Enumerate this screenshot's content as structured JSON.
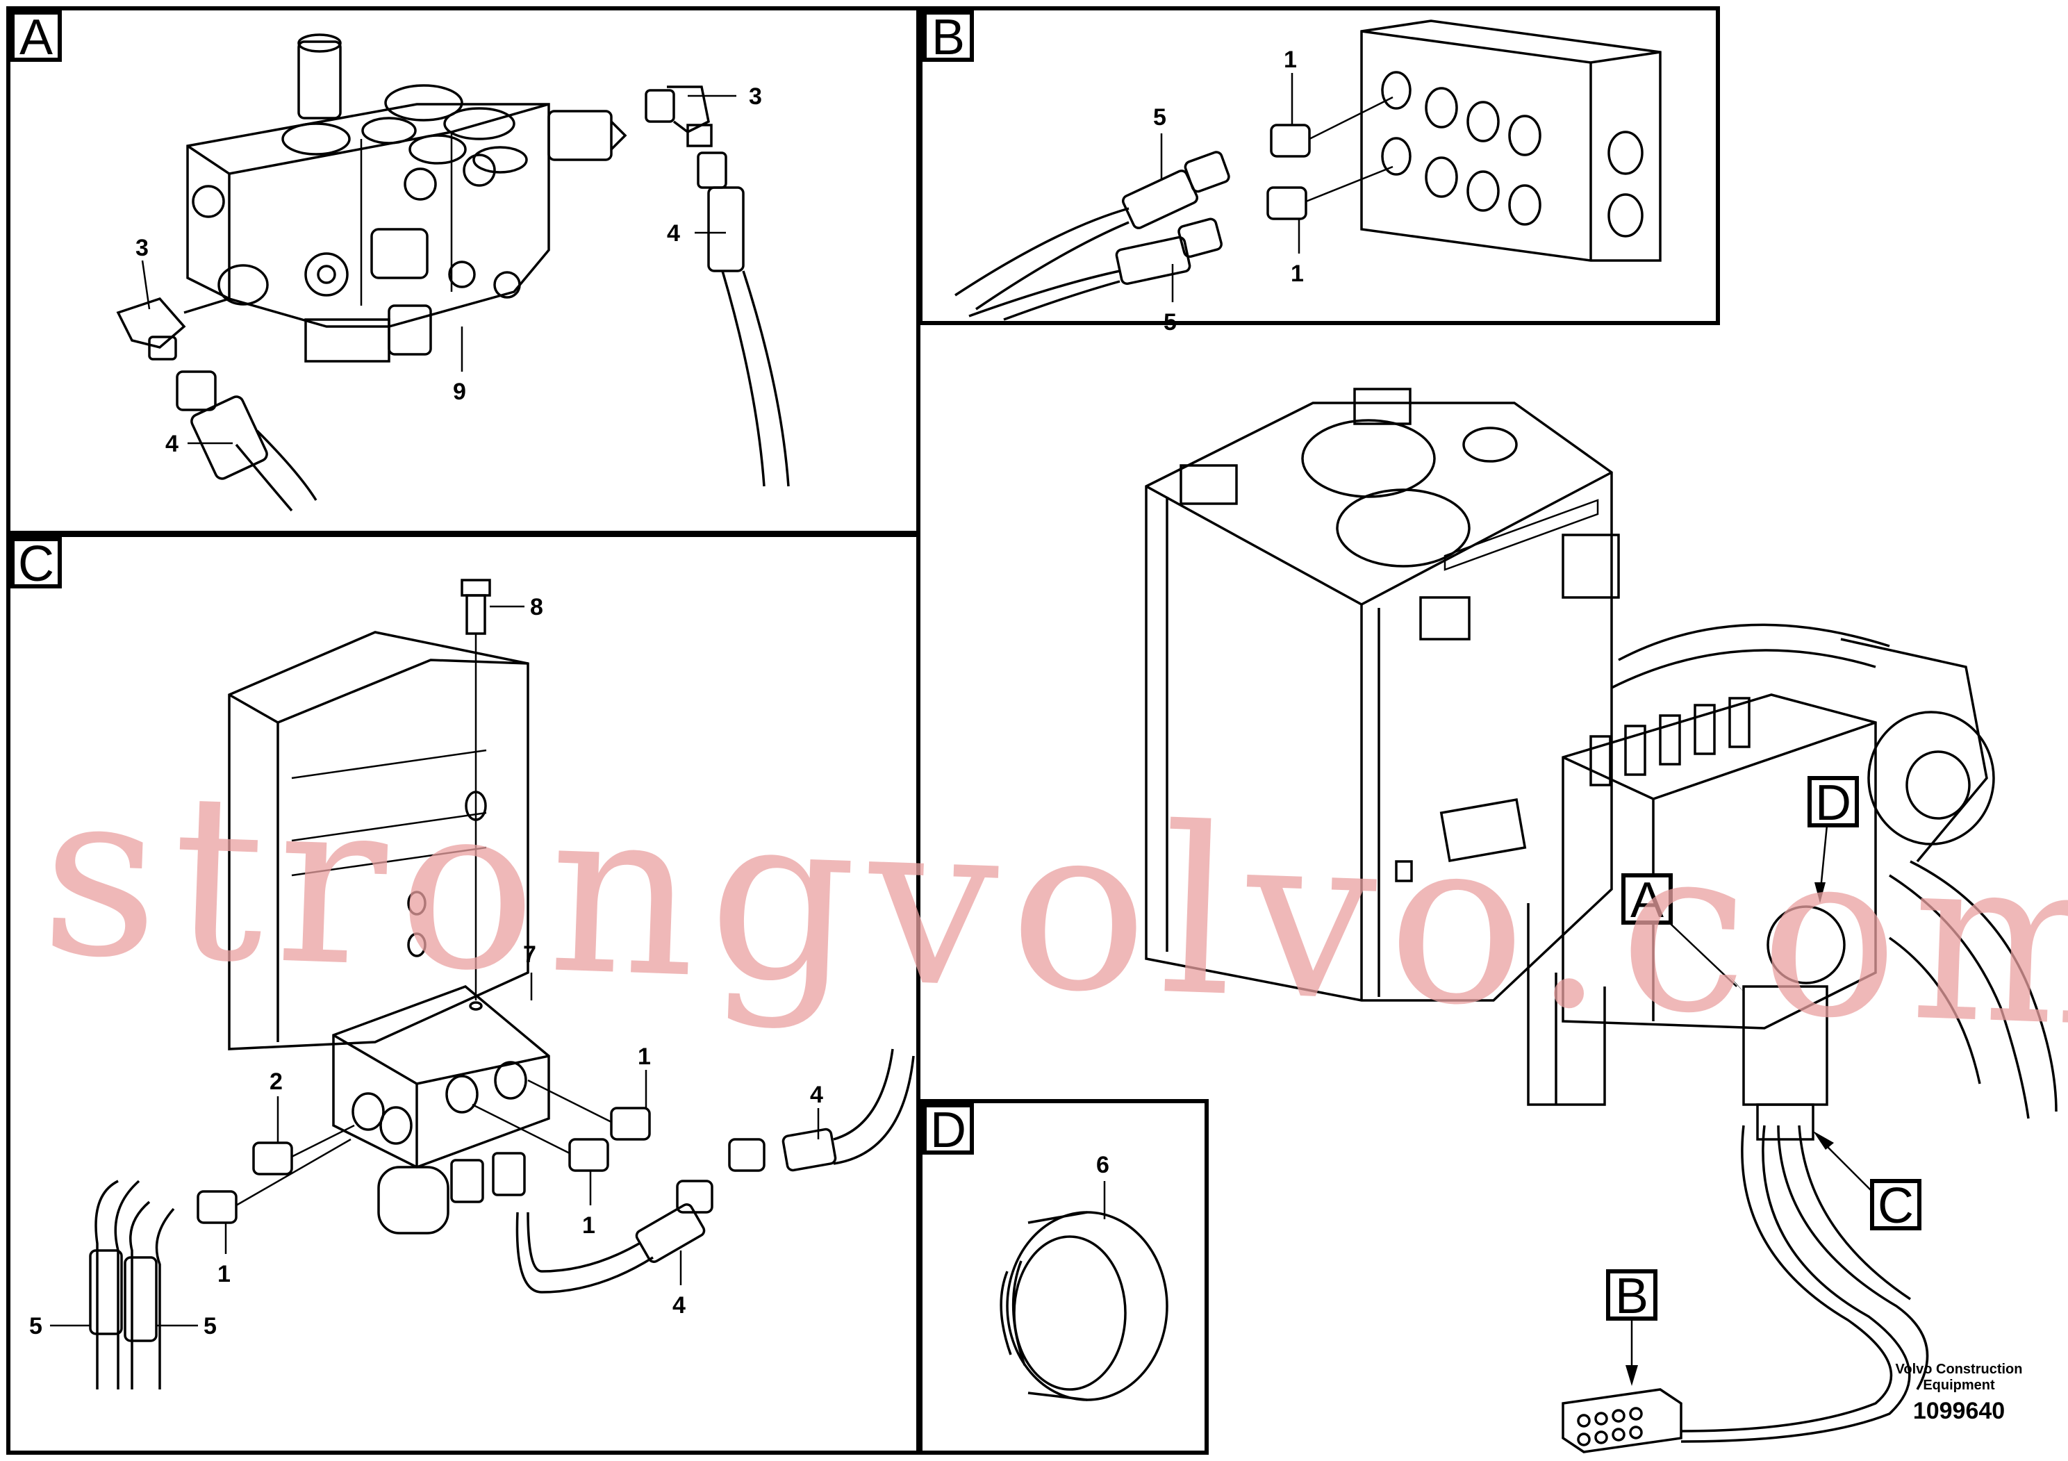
{
  "panels": {
    "a": {
      "letter": "A"
    },
    "b": {
      "letter": "B"
    },
    "c": {
      "letter": "C"
    },
    "d": {
      "letter": "D"
    }
  },
  "overview_callouts": {
    "a": "A",
    "b": "B",
    "c": "C",
    "d": "D"
  },
  "part_numbers": {
    "a_3_top": "3",
    "a_3_left": "3",
    "a_4_right": "4",
    "a_4_left": "4",
    "a_9": "9",
    "b_1_top": "1",
    "b_1_bottom": "1",
    "b_5_top": "5",
    "b_5_bottom": "5",
    "c_8": "8",
    "c_7": "7",
    "c_2": "2",
    "c_1_right": "1",
    "c_1_mid": "1",
    "c_1_left": "1",
    "c_4_right": "4",
    "c_4_bottom": "4",
    "c_5_left": "5",
    "c_5_right": "5",
    "d_6": "6"
  },
  "credit": {
    "line1": "Volvo Construction",
    "line2": "Equipment",
    "drawing_number": "1099640"
  },
  "watermark": "strongvolvo.com"
}
